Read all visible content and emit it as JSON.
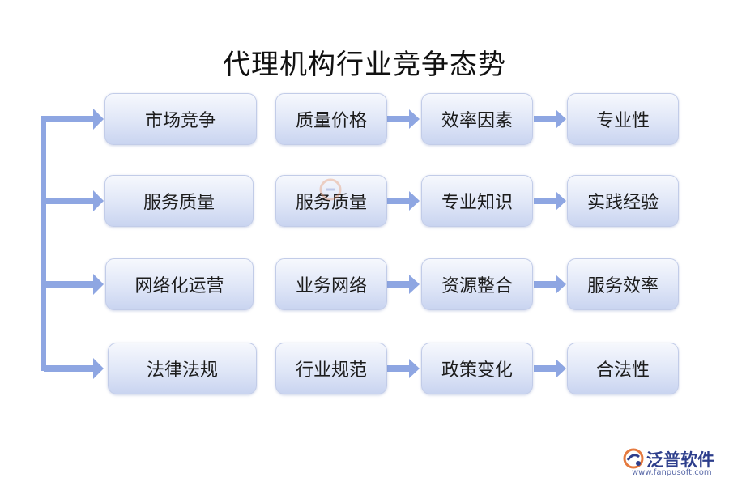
{
  "title": "代理机构行业竞争态势",
  "rows": [
    [
      "市场竞争",
      "质量价格",
      "效率因素",
      "专业性"
    ],
    [
      "服务质量",
      "服务质量",
      "专业知识",
      "实践经验"
    ],
    [
      "网络化运营",
      "业务网络",
      "资源整合",
      "服务效率"
    ],
    [
      "法律法规",
      "行业规范",
      "政策变化",
      "合法性"
    ]
  ],
  "logo": {
    "name": "泛普软件",
    "url": "www.fanpusoft.com"
  },
  "colors": {
    "arrow": "#8ea6e2",
    "box_top": "#f6f8fd",
    "box_bottom": "#c9d4f0",
    "title": "#111111"
  }
}
